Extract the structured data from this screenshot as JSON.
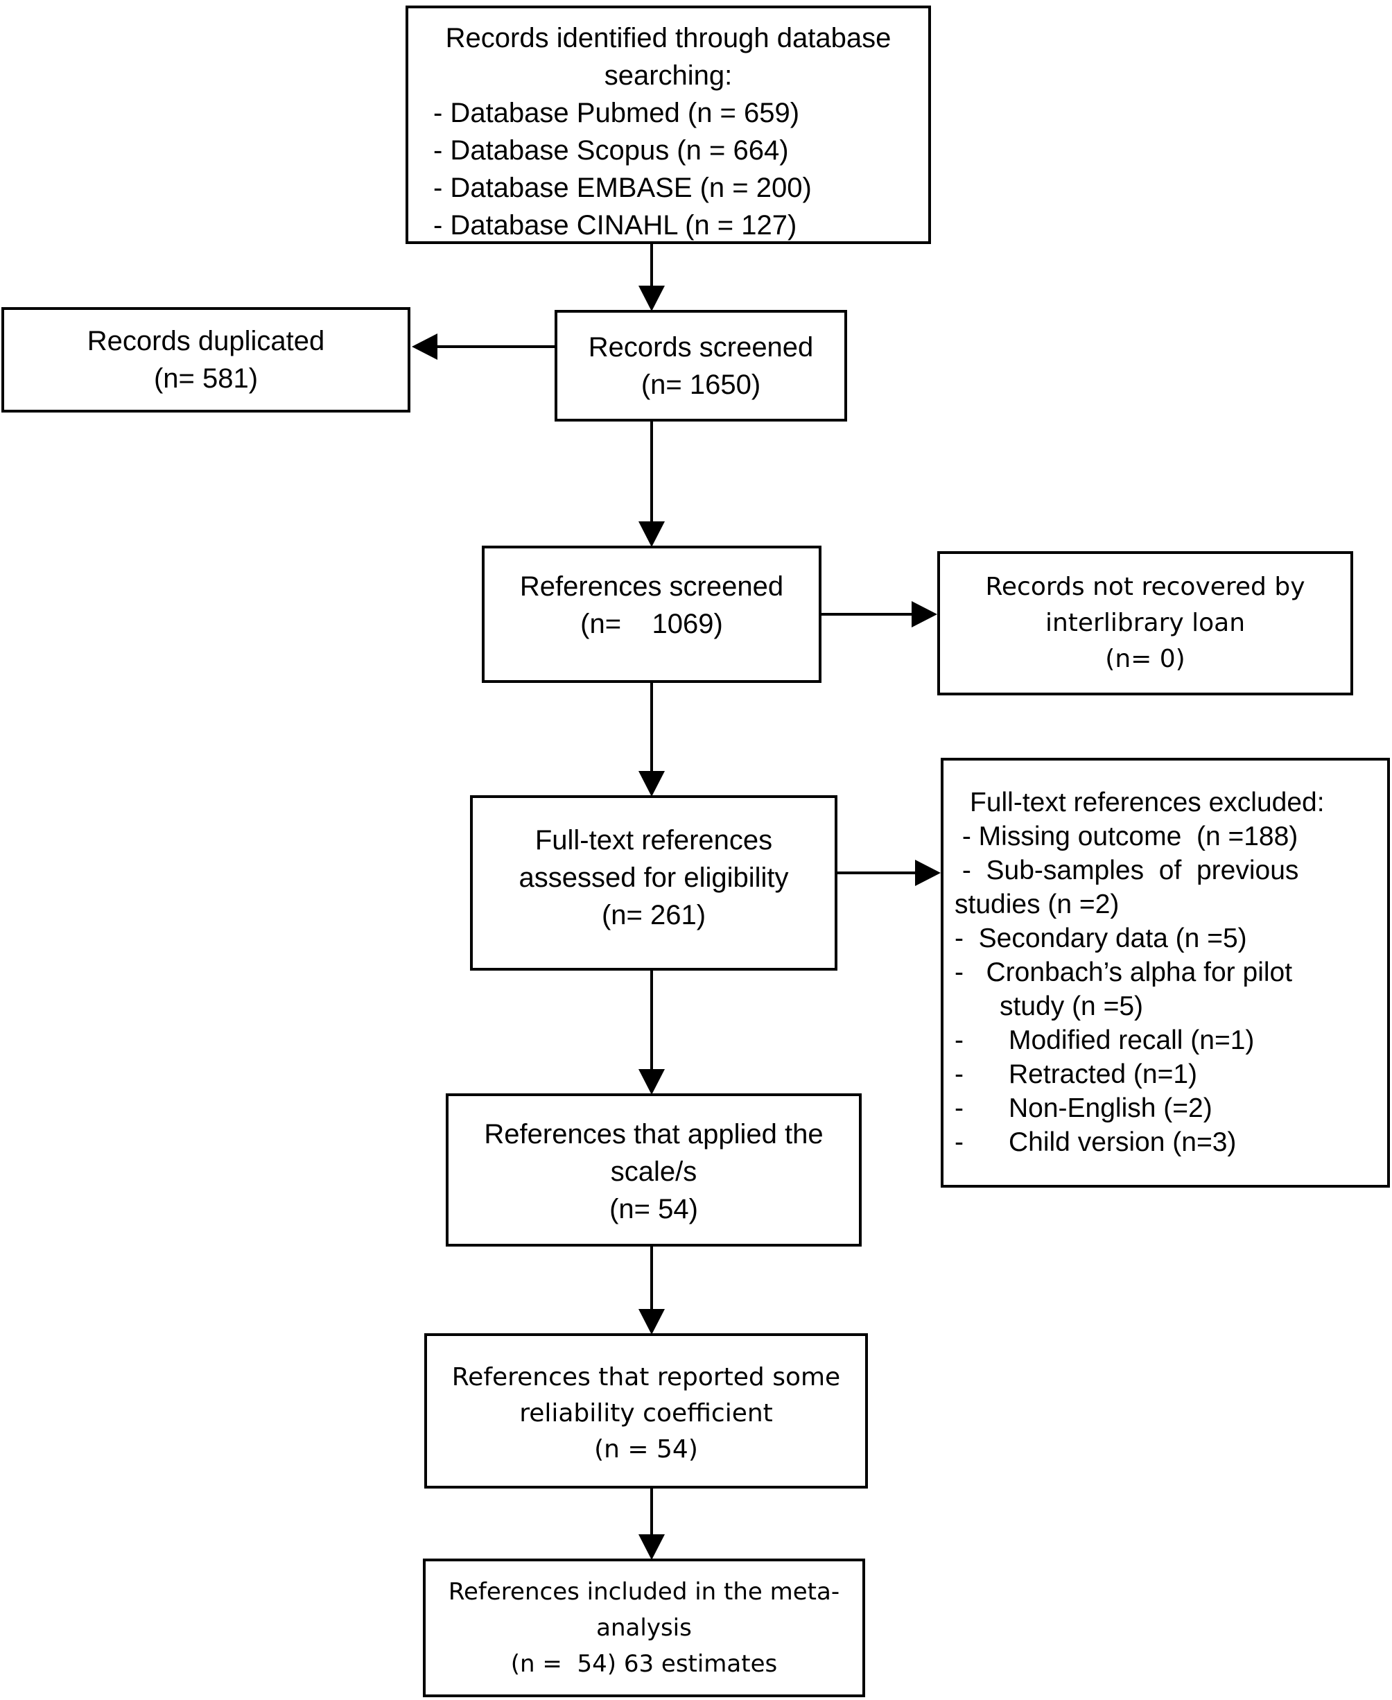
{
  "colors": {
    "background": "#ffffff",
    "line": "#000000",
    "text": "#000000"
  },
  "flow": {
    "identified": {
      "title_line1": "Records identified through database",
      "title_line2": "searching:",
      "items": [
        "- Database Pubmed (n = 659)",
        "- Database Scopus (n = 664)",
        "- Database EMBASE (n = 200)",
        "- Database CINAHL (n = 127)"
      ]
    },
    "duplicated": {
      "lines": [
        "Records duplicated",
        "(n= 581)"
      ]
    },
    "screened": {
      "lines": [
        "Records screened",
        "(n= 1650)"
      ]
    },
    "refs_screened": {
      "lines": [
        "References screened",
        "(n=    1069)"
      ]
    },
    "not_recovered": {
      "lines": [
        "Records not recovered by",
        "interlibrary loan",
        "(n= 0)"
      ]
    },
    "fulltext_assessed": {
      "lines": [
        "Full-text references",
        "assessed for eligibility",
        "(n= 261)"
      ]
    },
    "fulltext_excluded": {
      "heading": "Full-text references excluded:",
      "items": [
        " - Missing outcome  (n =188)",
        " -  Sub-samples  of  previous",
        "studies (n =2)",
        "-  Secondary data (n =5)",
        "-   Cronbach’s alpha for pilot",
        "      study (n =5)",
        "-      Modified recall (n=1)",
        "-      Retracted (n=1)",
        "-      Non-English (=2)",
        "-      Child version (n=3)"
      ]
    },
    "applied": {
      "lines": [
        "References that applied the",
        "scale/s",
        "(n= 54)"
      ]
    },
    "reported": {
      "lines": [
        "References that reported some",
        "reliability coefficient",
        "(n = 54)"
      ]
    },
    "included": {
      "lines": [
        "References included in the meta-",
        "analysis",
        "(n =  54) 63 estimates"
      ]
    }
  }
}
